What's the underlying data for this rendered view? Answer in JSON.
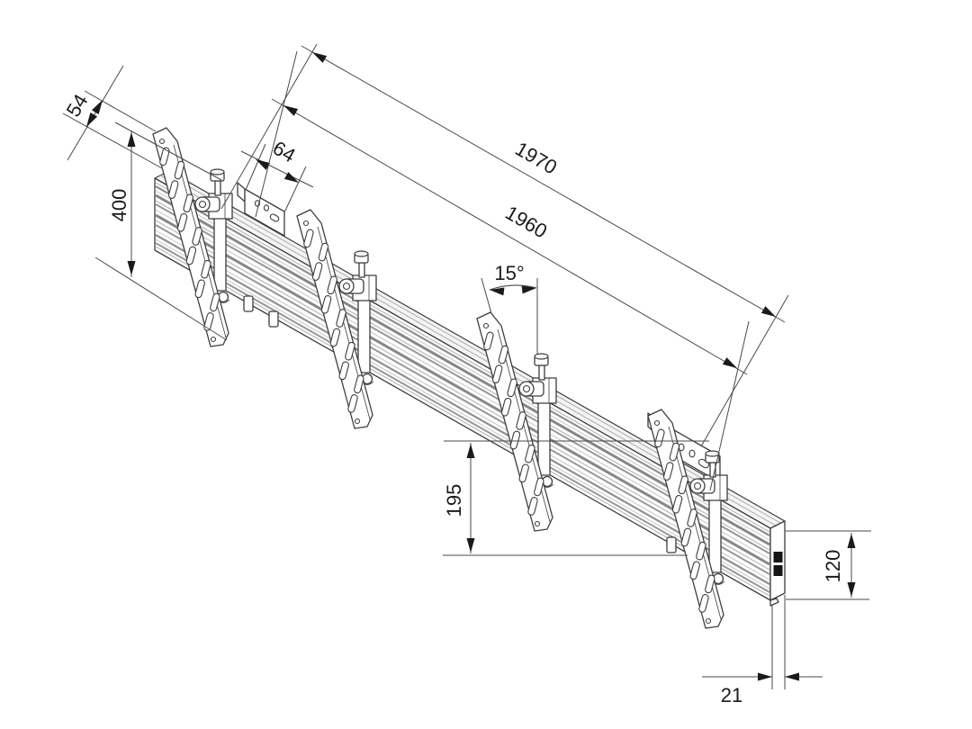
{
  "drawing": {
    "dimensions": {
      "bracket_top_offset": {
        "label": "54"
      },
      "bracket_height": {
        "label": "400"
      },
      "wall_plate_width": {
        "label": "64"
      },
      "overall_length": {
        "label": "1970"
      },
      "rail_length": {
        "label": "1960"
      },
      "tilt_angle": {
        "label": "15°"
      },
      "bracket_drop": {
        "label": "195"
      },
      "rail_profile_height": {
        "label": "120"
      },
      "rail_profile_depth": {
        "label": "21"
      }
    }
  }
}
